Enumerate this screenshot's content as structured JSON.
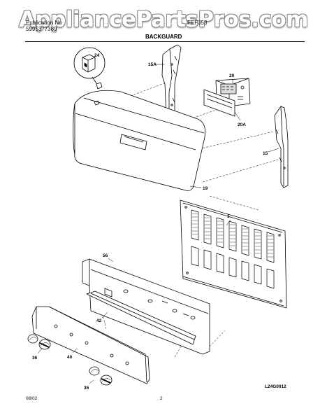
{
  "watermark": "AppliancePartsPros.com",
  "header": {
    "publication_label": "Publication No",
    "publication_number": "5995377389",
    "model": "FEF353",
    "section_title": "BACKGUARD"
  },
  "callouts": {
    "c24": "24",
    "c15a": "15A",
    "c20": "20",
    "c20a": "20A",
    "c15": "15",
    "c19": "19",
    "c1": "1",
    "c56": "56",
    "c42": "42",
    "c40": "40",
    "c36a": "36",
    "c36b": "36"
  },
  "footer": {
    "date": "08/02",
    "page": "2",
    "drawing_id": "L24G0012"
  }
}
